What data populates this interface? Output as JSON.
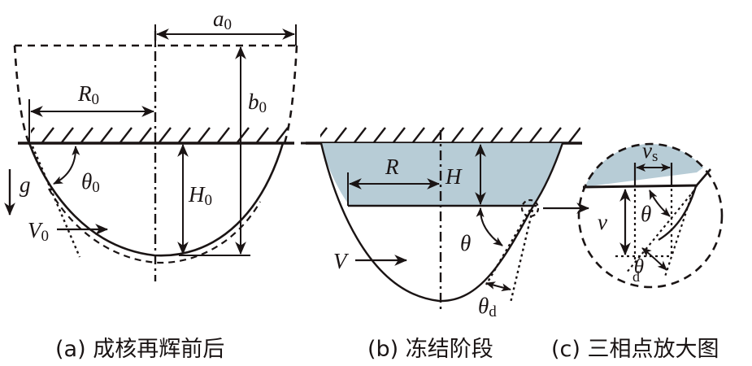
{
  "colors": {
    "ink": "#1a1414",
    "frozen_fill": "#b7ccd6",
    "background": "#ffffff"
  },
  "panel_a": {
    "labels": {
      "a0": {
        "main": "a",
        "sub": "0"
      },
      "b0": {
        "main": "b",
        "sub": "0"
      },
      "R0": {
        "main": "R",
        "sub": "0"
      },
      "H0": {
        "main": "H",
        "sub": "0"
      },
      "theta0": {
        "main": "θ",
        "sub": "0"
      },
      "V0": {
        "main": "V",
        "sub": "0"
      },
      "g": {
        "main": "g"
      }
    },
    "caption": "(a) 成核再辉前后"
  },
  "panel_b": {
    "labels": {
      "R": {
        "main": "R"
      },
      "H": {
        "main": "H"
      },
      "theta": {
        "main": "θ"
      },
      "V": {
        "main": "V"
      },
      "theta_d": {
        "main": "θ",
        "sub": "d"
      }
    },
    "caption": "(b) 冻结阶段"
  },
  "panel_c": {
    "labels": {
      "vs": {
        "main": "v",
        "sub": "s"
      },
      "v": {
        "main": "v"
      },
      "theta": {
        "main": "θ"
      },
      "theta_d": {
        "main": "θ",
        "sub": "d"
      }
    },
    "caption": "(c) 三相点放大图"
  }
}
